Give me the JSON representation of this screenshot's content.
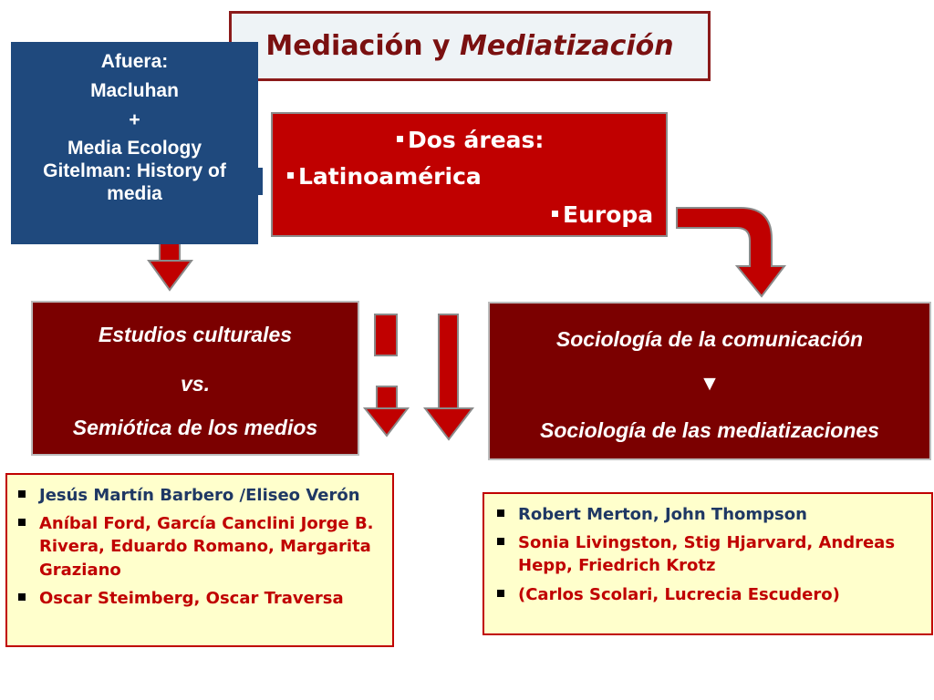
{
  "title": {
    "part1": "Mediación y ",
    "part2": "Mediatización"
  },
  "blue_box": {
    "line1": "Afuera:",
    "line2": "Macluhan",
    "line3": "+",
    "line4": "Media Ecology",
    "line5": "Gitelman: History of",
    "line6": "media"
  },
  "red_box": {
    "heading": "Dos áreas:",
    "item1": "Latinoamérica",
    "item2": "Europa"
  },
  "left_box": {
    "line1": "Estudios culturales",
    "line2": "vs.",
    "line3": "Semiótica de los medios"
  },
  "right_box": {
    "line1": "Sociología de la comunicación",
    "line2": "▼",
    "line3": "Sociología de las mediatizaciones"
  },
  "left_list": [
    "Jesús Martín Barbero /Eliseo Verón",
    "Aníbal Ford, García Canclini Jorge B. Rivera, Eduardo Romano, Margarita Graziano",
    "Oscar Steimberg, Oscar Traversa"
  ],
  "right_list": [
    "Robert Merton,  John Thompson",
    "Sonia Livingston, Stig Hjarvard, Andreas Hepp, Friedrich Krotz",
    "(Carlos Scolari, Lucrecia Escudero)"
  ],
  "colors": {
    "title_text": "#7a1010",
    "blue": "#1f497d",
    "red": "#c00000",
    "dark_red": "#7b0000",
    "yellow": "#ffffcc",
    "navy_text": "#1f3864"
  }
}
